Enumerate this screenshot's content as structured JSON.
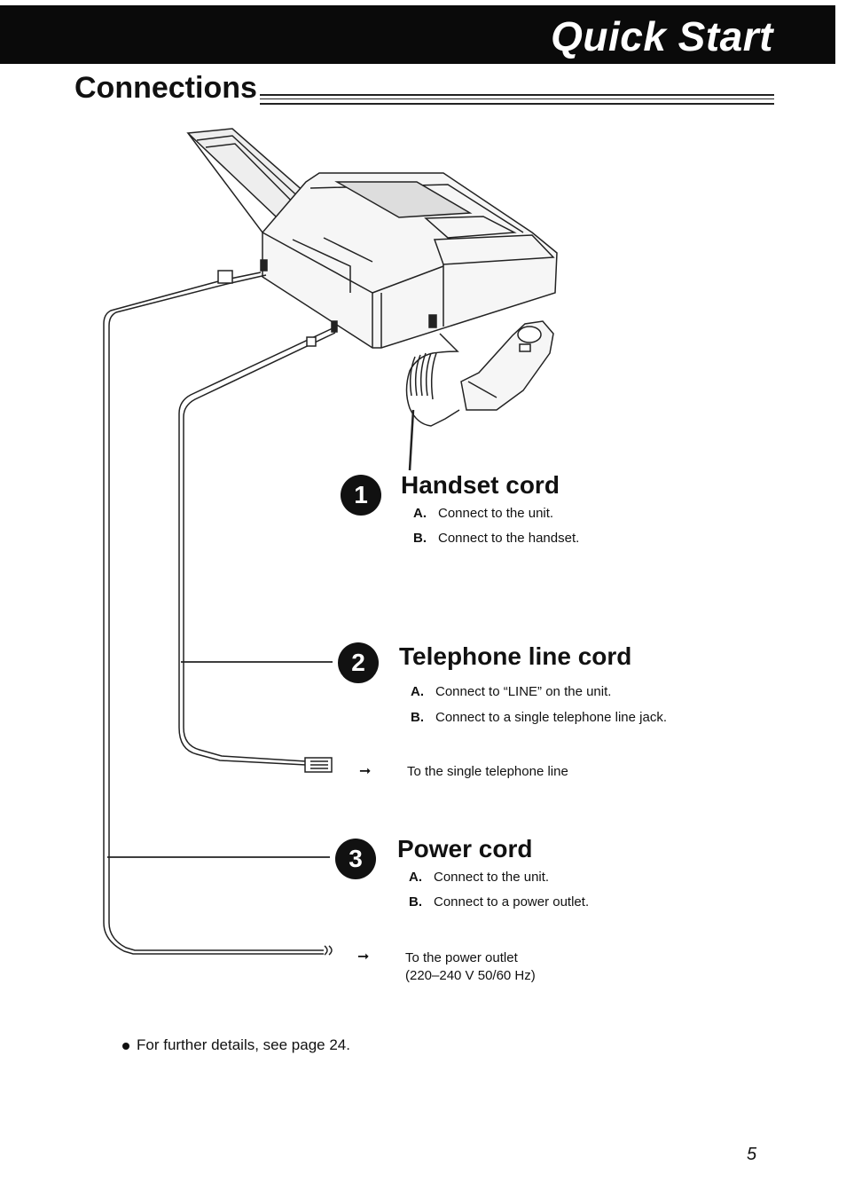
{
  "header": {
    "title": "Quick Start"
  },
  "section": {
    "title": "Connections"
  },
  "steps": [
    {
      "number": "1",
      "title": "Handset cord",
      "lines": [
        {
          "letter": "A.",
          "text": "Connect to the unit."
        },
        {
          "letter": "B.",
          "text": "Connect to the handset."
        }
      ]
    },
    {
      "number": "2",
      "title": "Telephone line cord",
      "lines": [
        {
          "letter": "A.",
          "text": "Connect to “LINE” on the unit."
        },
        {
          "letter": "B.",
          "text": "Connect to a single telephone line jack."
        }
      ],
      "note": [
        "To the single telephone line"
      ]
    },
    {
      "number": "3",
      "title": "Power cord",
      "lines": [
        {
          "letter": "A.",
          "text": "Connect to the unit."
        },
        {
          "letter": "B.",
          "text": "Connect to a power outlet."
        }
      ],
      "note": [
        "To the power outlet",
        "(220–240 V 50/60 Hz)"
      ]
    }
  ],
  "footnote": "For further details, see page 24.",
  "page_number": "5",
  "icons": {
    "arrow": "➞"
  }
}
